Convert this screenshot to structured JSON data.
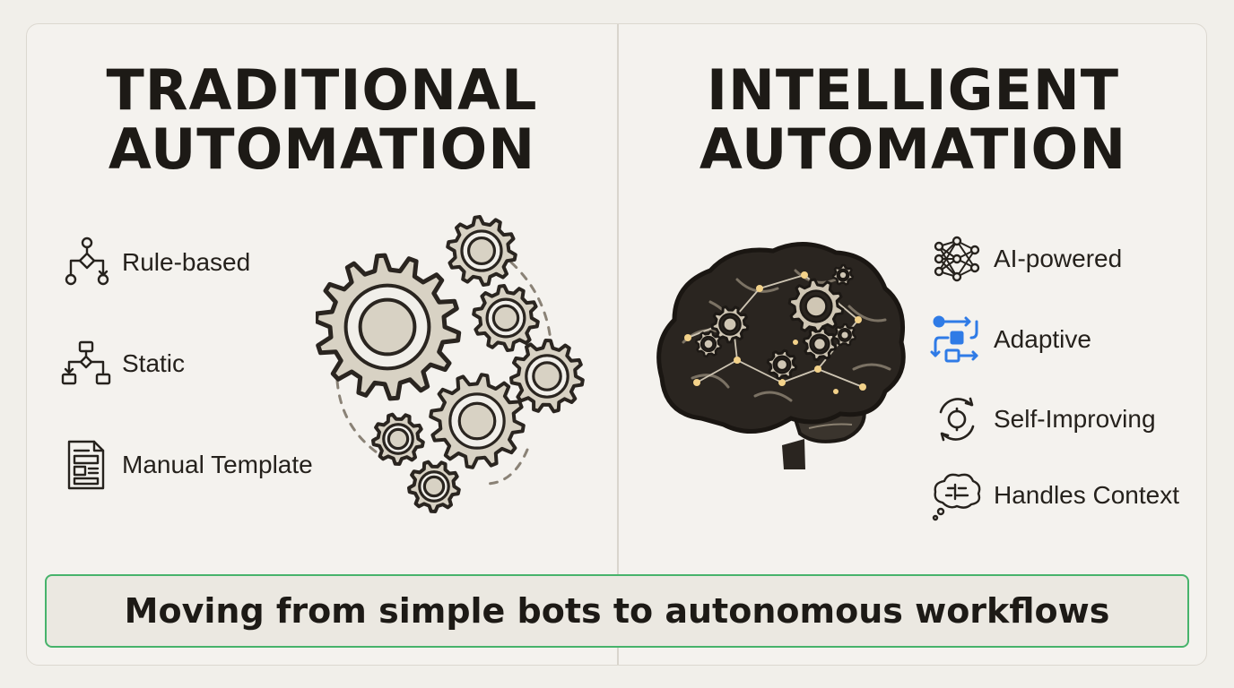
{
  "left_panel": {
    "title_line1": "TRADITIONAL",
    "title_line2": "AUTOMATION",
    "features": [
      {
        "label": "Rule-based",
        "icon": "flowchart-icon"
      },
      {
        "label": "Static",
        "icon": "hierarchy-icon"
      },
      {
        "label": "Manual Template",
        "icon": "document-template-icon"
      }
    ],
    "illustration": "gears-illustration"
  },
  "right_panel": {
    "title_line1": "INTELLIGENT",
    "title_line2": "AUTOMATION",
    "features": [
      {
        "label": "AI-powered",
        "icon": "neural-network-icon"
      },
      {
        "label": "Adaptive",
        "icon": "adaptive-flow-icon"
      },
      {
        "label": "Self-Improving",
        "icon": "cycle-icon"
      },
      {
        "label": "Handles Context",
        "icon": "thought-bubble-icon"
      }
    ],
    "illustration": "brain-gears-illustration"
  },
  "banner": {
    "text": "Moving from simple bots to autonomous workflows"
  },
  "colors": {
    "background": "#f1efea",
    "text": "#1d1a16",
    "banner_border": "#47b36b",
    "adaptive_icon": "#2f7be6",
    "gear_fill": "#d8d2c4",
    "brain_dark": "#2a2520",
    "glow": "#f3d28a"
  }
}
